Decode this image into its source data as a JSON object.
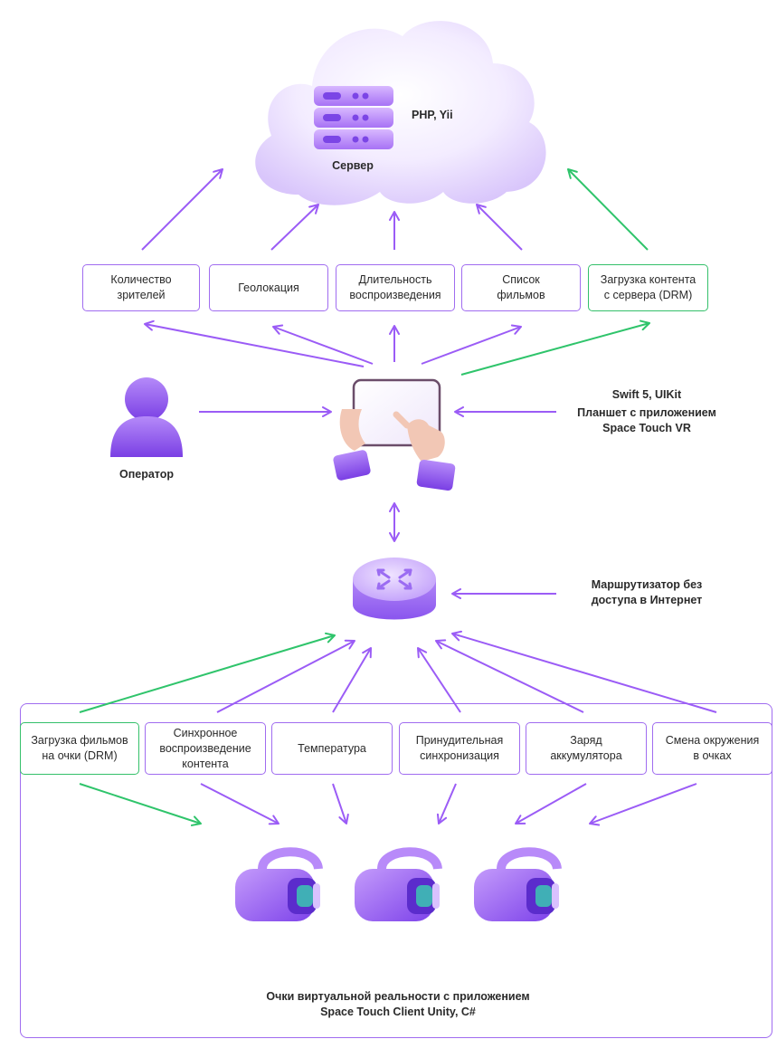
{
  "server": {
    "name": "Сервер",
    "tech": "PHP, Yii"
  },
  "top_boxes": [
    {
      "id": "viewers",
      "label": "Количество\nзрителей",
      "color": "purple"
    },
    {
      "id": "geo",
      "label": "Геолокация",
      "color": "purple"
    },
    {
      "id": "duration",
      "label": "Длительность\nвоспроизведения",
      "color": "purple"
    },
    {
      "id": "films",
      "label": "Список\nфильмов",
      "color": "purple"
    },
    {
      "id": "download",
      "label": "Загрузка контента\nс сервера (DRM)",
      "color": "green"
    }
  ],
  "operator": {
    "label": "Оператор"
  },
  "tablet": {
    "tech": "Swift 5, UIKit",
    "description": "Планшет с приложением\nSpace Touch VR"
  },
  "router": {
    "description": "Маршрутизатор без\nдоступа в Интернет"
  },
  "bottom_boxes": [
    {
      "id": "films-drm",
      "label": "Загрузка фильмов\nна очки (DRM)",
      "color": "green"
    },
    {
      "id": "sync-play",
      "label": "Синхронное\nвоспроизведение\nконтента",
      "color": "purple"
    },
    {
      "id": "temp",
      "label": "Температура",
      "color": "purple"
    },
    {
      "id": "force-sync",
      "label": "Принудительная\nсинхронизация",
      "color": "purple"
    },
    {
      "id": "battery",
      "label": "Заряд\nаккумулятора",
      "color": "purple"
    },
    {
      "id": "env",
      "label": "Смена окружения\nв очках",
      "color": "purple"
    }
  ],
  "glasses": {
    "description": "Очки виртуальной реальности с приложением\nSpace Touch Client Unity, C#",
    "count": 3
  },
  "colors": {
    "purple": "#a06cf0",
    "green": "#34c06a",
    "arrow_purple": "#9b5cf6",
    "arrow_green": "#2fc46b"
  }
}
